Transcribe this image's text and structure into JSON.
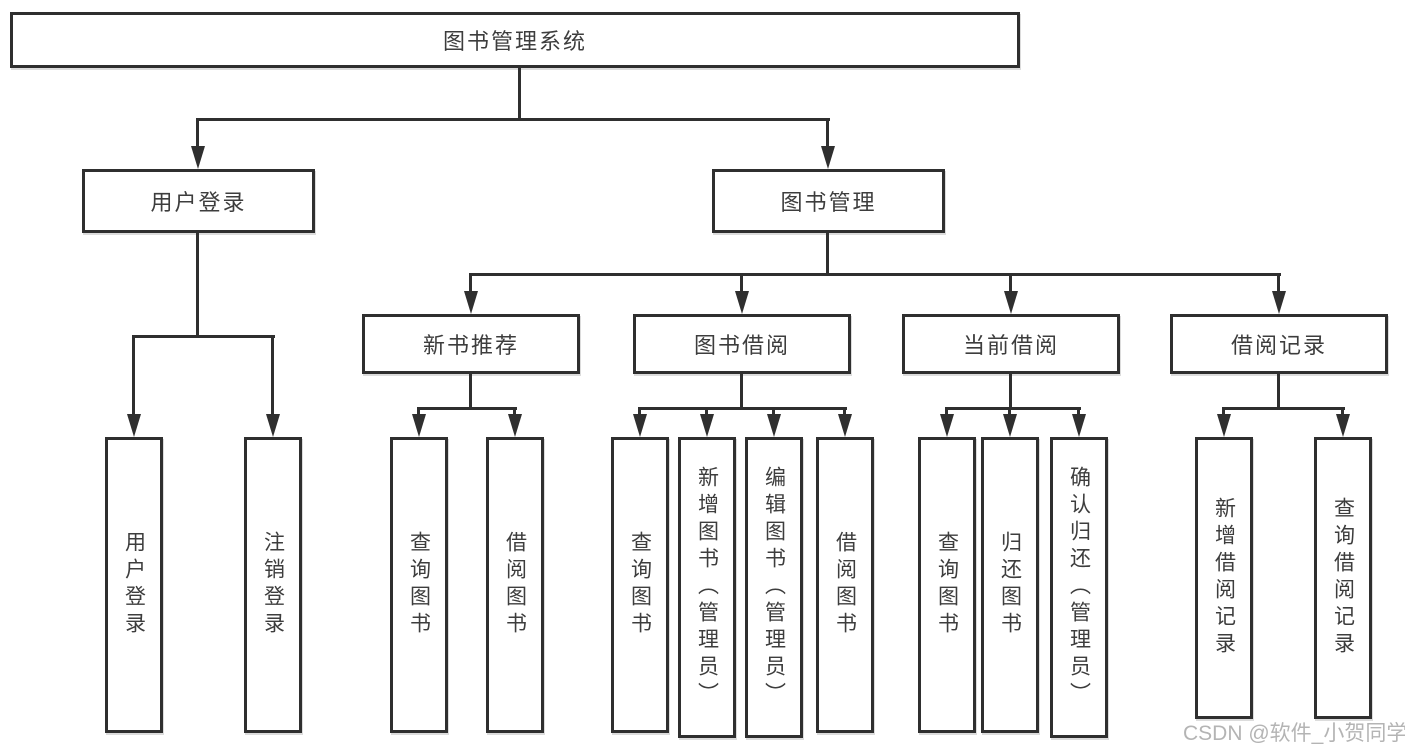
{
  "colors": {
    "line": "#2f2f2f",
    "text": "#3d3d3d",
    "background": "#ffffff",
    "watermark": "#b4b4b4"
  },
  "watermark": {
    "text": "CSDN @软件_小贺同学"
  },
  "tree": {
    "root": {
      "label": "图书管理系统"
    },
    "branches": [
      {
        "label": "用户登录",
        "children": [
          {
            "label": "用户登录"
          },
          {
            "label": "注销登录"
          }
        ]
      },
      {
        "label": "图书管理",
        "children": [
          {
            "label": "新书推荐",
            "children": [
              {
                "label": "查询图书"
              },
              {
                "label": "借阅图书"
              }
            ]
          },
          {
            "label": "图书借阅",
            "children": [
              {
                "label": "查询图书"
              },
              {
                "label": "新增图书（管理员）"
              },
              {
                "label": "编辑图书（管理员）"
              },
              {
                "label": "借阅图书"
              }
            ]
          },
          {
            "label": "当前借阅",
            "children": [
              {
                "label": "查询图书"
              },
              {
                "label": "归还图书"
              },
              {
                "label": "确认归还（管理员）"
              }
            ]
          },
          {
            "label": "借阅记录",
            "children": [
              {
                "label": "新增借阅记录"
              },
              {
                "label": "查询借阅记录"
              }
            ]
          }
        ]
      }
    ]
  }
}
